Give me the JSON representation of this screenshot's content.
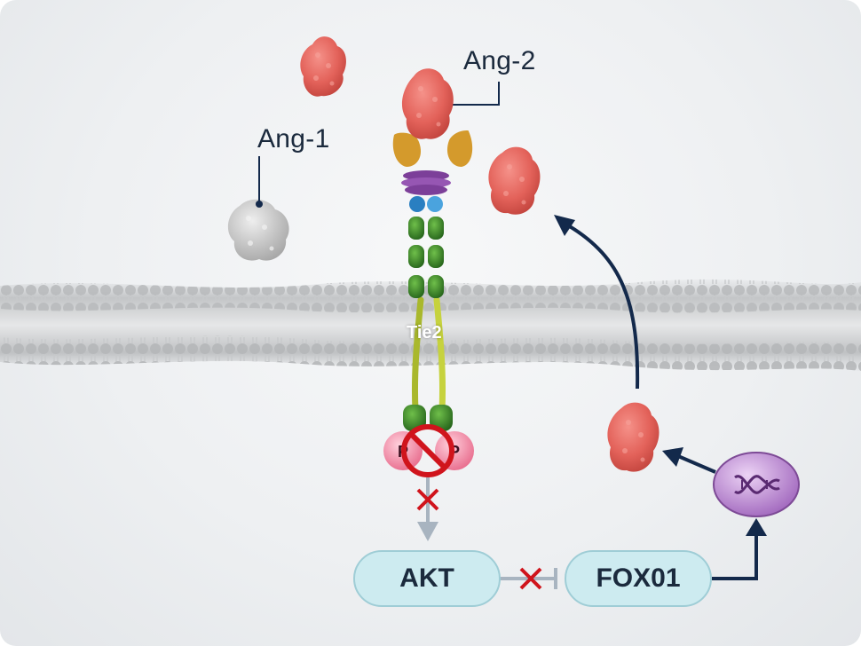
{
  "labels": {
    "ang1": "Ang-1",
    "ang2": "Ang-2",
    "tie2": "Tie2",
    "phospho": "P"
  },
  "nodes": {
    "akt": "AKT",
    "fox01": "FOX01"
  },
  "icons": {
    "blocked": "prohibition-icon",
    "inhibited": "red-x-icon",
    "gene": "dna-icon"
  },
  "colors": {
    "ang2_protein": "#e8645c",
    "ang1_protein": "#c9c9c9",
    "tie2_domain": "#3f8f2c",
    "pathway_arrow": "#13294b",
    "block_red": "#d0141c",
    "pill_fill": "#cdebf0",
    "dna_circle": "#a36bbd"
  }
}
